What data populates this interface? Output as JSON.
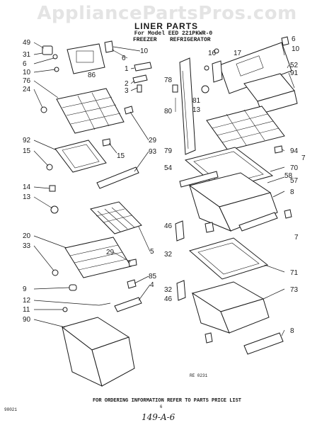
{
  "watermark": "AppliancePartsPros.com",
  "header": {
    "title": "LINER PARTS",
    "model_line": "For Model EED 221PKWR-0",
    "freezer": "FREEZER",
    "refrigerator": "REFRIGERATOR"
  },
  "footer": {
    "note": "FOR ORDERING INFORMATION REFER TO PARTS PRICE LIST",
    "code": "98021",
    "ref": "RE 0231",
    "handwritten": "149-A-6",
    "page_mark": "6"
  },
  "left_labels": [
    "49",
    "31",
    "6",
    "10",
    "76",
    "24",
    "92",
    "15",
    "14",
    "13",
    "20",
    "33",
    "9",
    "12",
    "11",
    "90"
  ],
  "center_labels": [
    "10",
    "6",
    "86",
    "1",
    "2",
    "3",
    "29",
    "93",
    "15",
    "5",
    "29",
    "85",
    "4",
    "78",
    "80",
    "79",
    "54"
  ],
  "right_labels": [
    "16",
    "17",
    "6",
    "10",
    "52",
    "91",
    "81",
    "13",
    "94",
    "7",
    "70",
    "58",
    "57",
    "8",
    "46",
    "7",
    "32",
    "71",
    "73",
    "32",
    "46",
    "8"
  ]
}
